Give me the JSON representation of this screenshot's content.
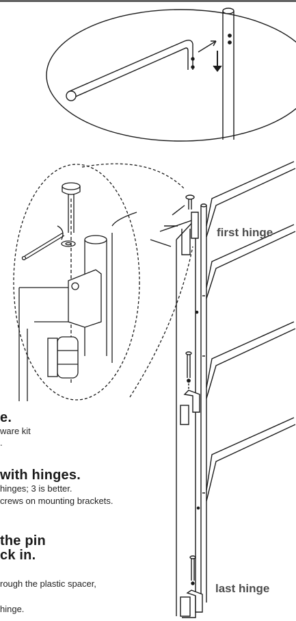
{
  "labels": {
    "first_hinge": "first hinge",
    "last_hinge": "last hinge"
  },
  "steps": {
    "step1": {
      "heading_fragment": "e.",
      "line1": "ware kit",
      "line2": "."
    },
    "step2": {
      "heading_fragment": "with hinges.",
      "line1": "hinges; 3 is better.",
      "line2": "crews on mounting brackets."
    },
    "step3": {
      "heading_line1": "the pin",
      "heading_line2": "ck in.",
      "line1": "rough the plastic spacer,",
      "line2": "hinge."
    }
  },
  "colors": {
    "ink": "#1a1a1a",
    "label_gray": "#4d4d4d",
    "paper": "#ffffff"
  }
}
